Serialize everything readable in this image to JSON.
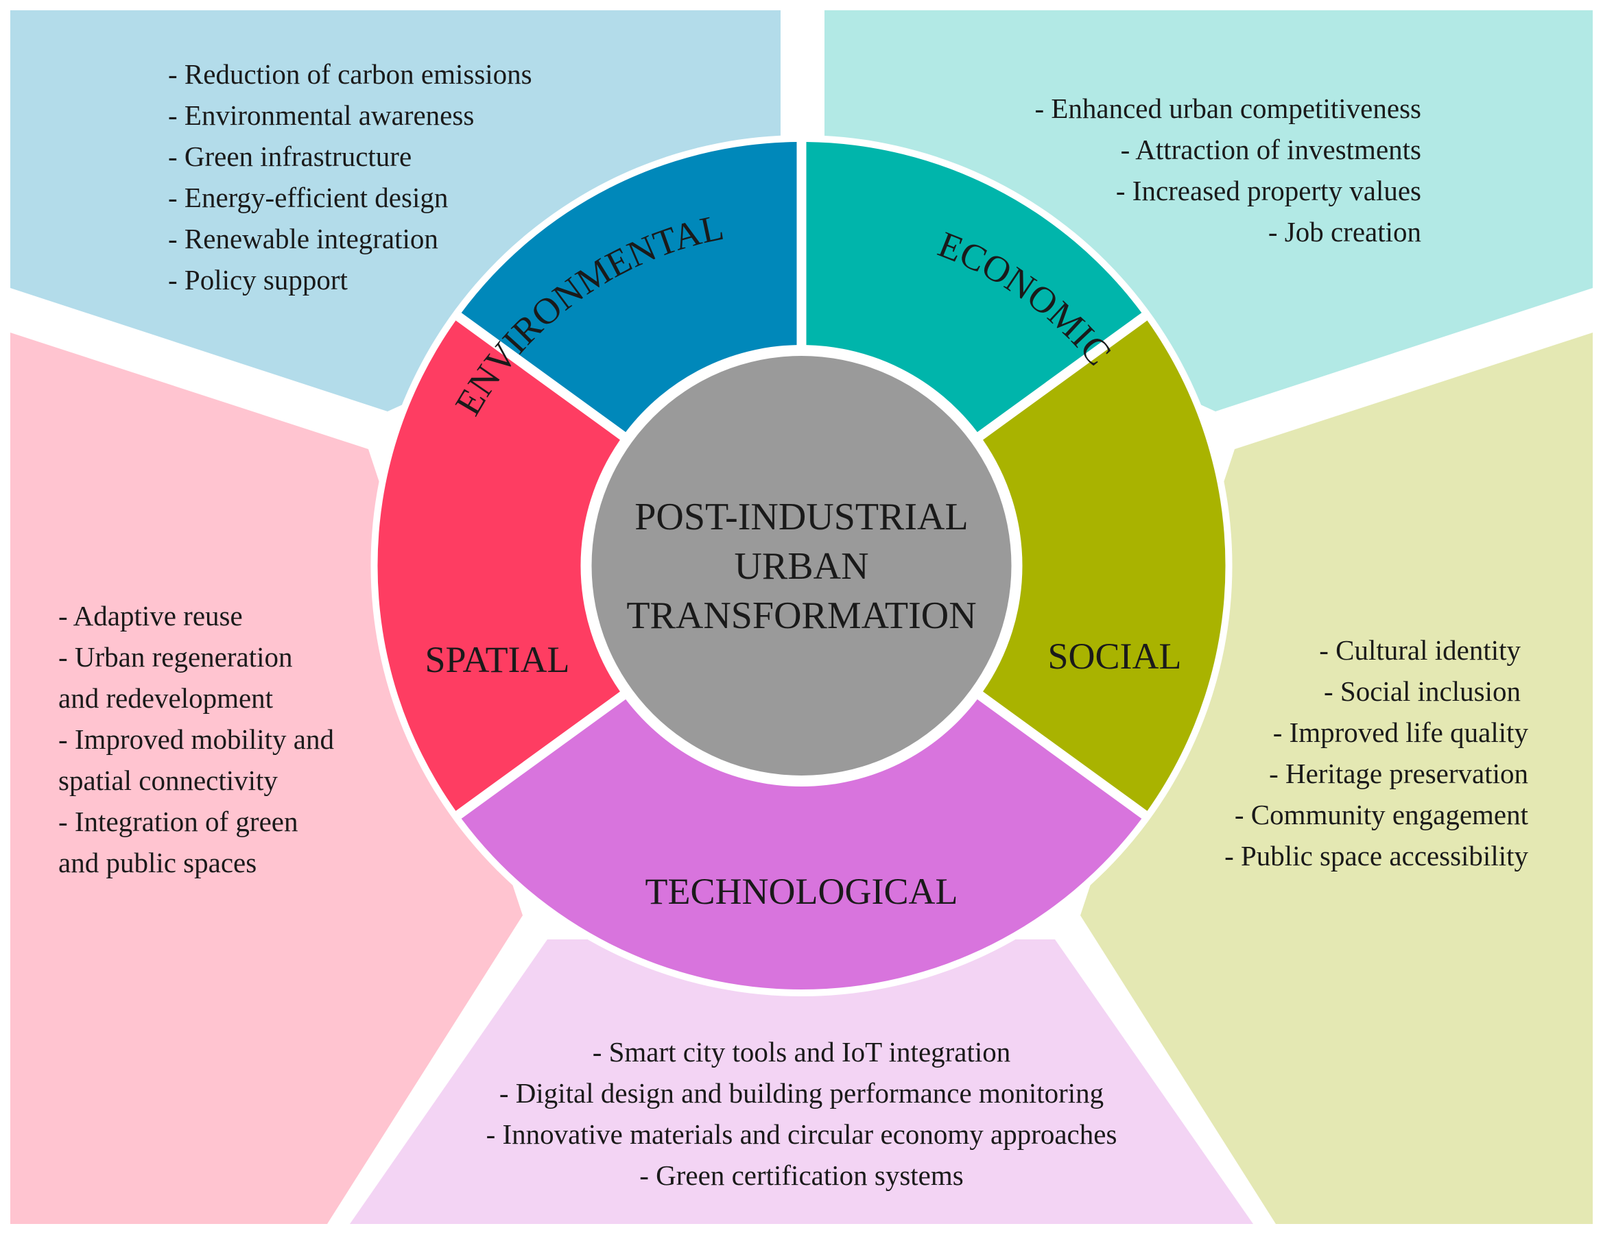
{
  "center": {
    "lines": [
      "POST-INDUSTRIAL",
      "URBAN",
      "TRANSFORMATION"
    ],
    "color": "#9a9a9a"
  },
  "sections": [
    {
      "key": "environmental",
      "label": "ENVIRONMENTAL",
      "ring_color": "#0088ba",
      "panel_color": "#b3dcea",
      "items": [
        "- Reduction of carbon emissions",
        "- Environmental awareness",
        "- Green infrastructure",
        "- Energy-efficient design",
        "- Renewable integration",
        "- Policy support"
      ]
    },
    {
      "key": "economic",
      "label": "ECONOMIC",
      "ring_color": "#00b5ab",
      "panel_color": "#b2e9e5",
      "items": [
        "- Enhanced urban competitiveness",
        "- Attraction of investments",
        "- Increased property values",
        "- Job creation"
      ]
    },
    {
      "key": "social",
      "label": "SOCIAL",
      "ring_color": "#a9b300",
      "panel_color": "#e4e8b3",
      "items": [
        "- Cultural identity",
        "- Social inclusion",
        "- Improved life quality",
        "- Heritage preservation",
        "- Community engagement",
        "- Public space accessibility"
      ]
    },
    {
      "key": "technological",
      "label": "TECHNOLOGICAL",
      "ring_color": "#d874dd",
      "panel_color": "#f3d4f4",
      "items": [
        "- Smart city tools and IoT integration",
        "- Digital design and building performance monitoring",
        "- Innovative materials and circular economy approaches",
        "- Green certification systems"
      ]
    },
    {
      "key": "spatial",
      "label": "SPATIAL",
      "ring_color": "#fe3d62",
      "panel_color": "#ffc4d0",
      "items": [
        "- Adaptive reuse",
        "- Urban regeneration",
        "and redevelopment",
        "- Improved mobility and",
        "spatial connectivity",
        "- Integration of green",
        "and public spaces"
      ]
    }
  ]
}
